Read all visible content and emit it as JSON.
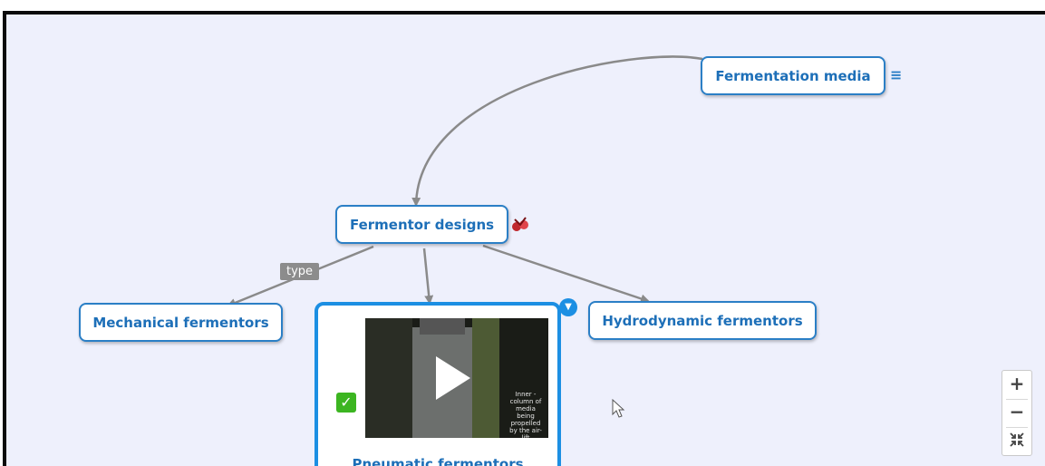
{
  "nodes": {
    "fermentation_media": "Fermentation media",
    "fermentor_designs": "Fermentor designs",
    "mechanical": "Mechanical fermentors",
    "hydrodynamic": "Hydrodynamic fermentors",
    "pneumatic": "Pneumatic fermentors"
  },
  "link_label": "type",
  "video_caption": "Inner - column of media being propelled by the air-lift",
  "icons": {
    "menu": "≡",
    "checkbox": "✓",
    "collapse": "▼",
    "zoom_in": "+",
    "zoom_out": "−",
    "fit": "↘↙↗↖",
    "resource": "resource-icon",
    "cursor": "pointer-cursor-icon"
  },
  "colors": {
    "background": "#eef0fc",
    "node_border": "#2b7fc6",
    "node_text": "#1d6fb8",
    "selected_border": "#1c8fe3",
    "link": "#8c8c8c",
    "check": "#3cb521"
  }
}
